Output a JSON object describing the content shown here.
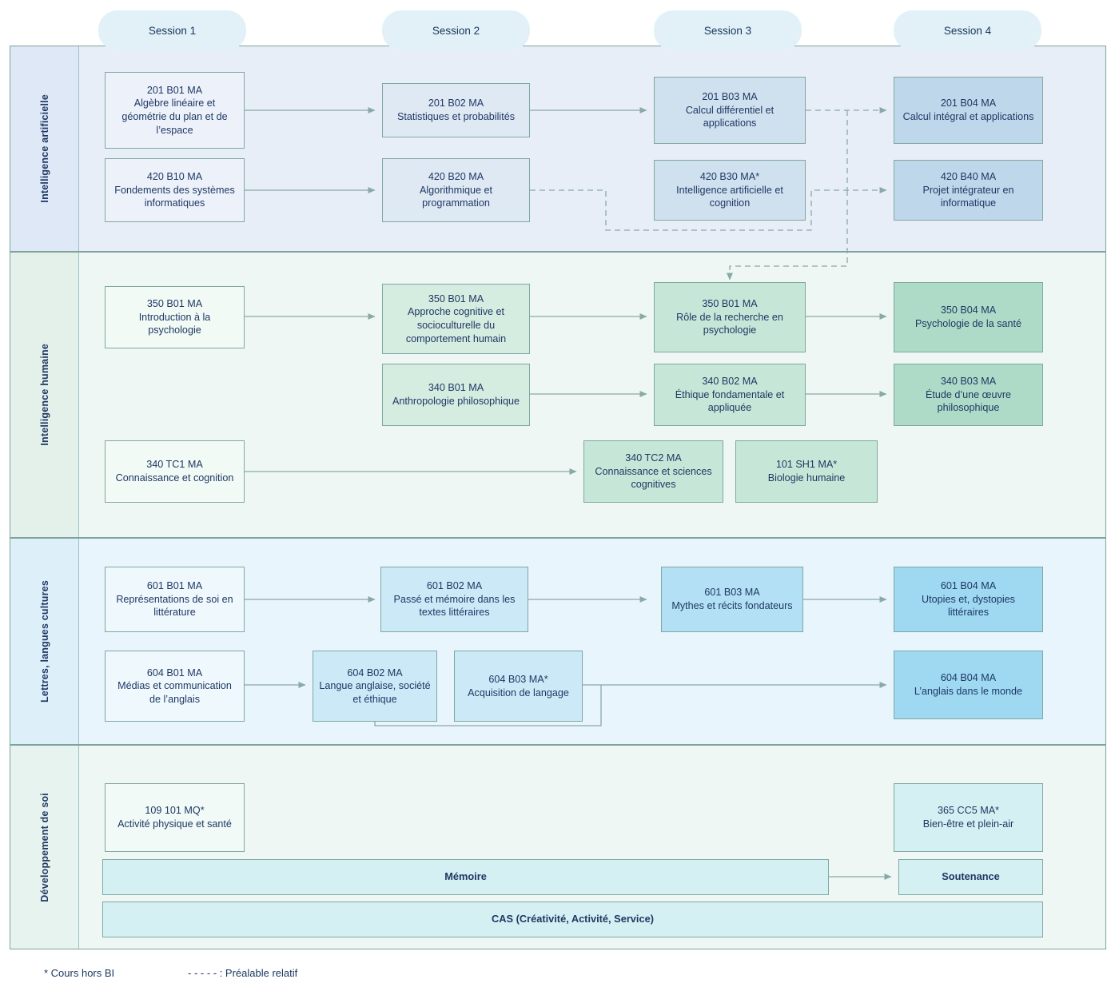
{
  "sessions": [
    {
      "label": "Session 1"
    },
    {
      "label": "Session 2"
    },
    {
      "label": "Session 3"
    },
    {
      "label": "Session 4"
    }
  ],
  "bands": [
    {
      "label": "Intelligence artificielle"
    },
    {
      "label": "Intelligence humaine"
    },
    {
      "label": "Lettres, langues cultures"
    },
    {
      "label": "Développement de soi"
    }
  ],
  "nodes": {
    "n201b01": {
      "code": "201 B01 MA",
      "title": "Algèbre linéaire et géométrie du plan et de l’espace"
    },
    "n420b10": {
      "code": "420 B10 MA",
      "title": "Fondements des systèmes informatiques"
    },
    "n201b02": {
      "code": "201 B02 MA",
      "title": "Statistiques et probabilités"
    },
    "n420b20": {
      "code": "420 B20 MA",
      "title": "Algorithmique et programmation"
    },
    "n201b03": {
      "code": "201 B03 MA",
      "title": "Calcul différentiel et applications"
    },
    "n420b30": {
      "code": "420 B30 MA*",
      "title": "Intelligence artificielle et cognition"
    },
    "n201b04": {
      "code": "201 B04 MA",
      "title": "Calcul intégral et applications"
    },
    "n420b40": {
      "code": "420 B40 MA",
      "title": "Projet intégrateur en informatique"
    },
    "n350b01a": {
      "code": "350 B01 MA",
      "title": "Introduction à la psychologie"
    },
    "n350b01b": {
      "code": "350 B01 MA",
      "title": "Approche cognitive et socioculturelle du comportement humain"
    },
    "n340b01": {
      "code": "340 B01 MA",
      "title": "Anthropologie philosophique"
    },
    "n340tc1": {
      "code": "340 TC1 MA",
      "title": "Connaissance et cognition"
    },
    "n350b01c": {
      "code": "350 B01 MA",
      "title": "Rôle de la recherche en psychologie"
    },
    "n340b02": {
      "code": "340 B02 MA",
      "title": "Éthique fondamentale et appliquée"
    },
    "n340tc2": {
      "code": "340 TC2 MA",
      "title": "Connaissance et sciences cognitives"
    },
    "n101sh1": {
      "code": "101 SH1 MA*",
      "title": "Biologie humaine"
    },
    "n350b04": {
      "code": "350 B04 MA",
      "title": "Psychologie de la santé"
    },
    "n340b03": {
      "code": "340 B03 MA",
      "title": "Étude d’une œuvre philosophique"
    },
    "n601b01": {
      "code": "601 B01 MA",
      "title": "Représentations de soi en littérature"
    },
    "n604b01": {
      "code": "604 B01 MA",
      "title": "Médias et communication de l’anglais"
    },
    "n601b02": {
      "code": "601 B02 MA",
      "title": "Passé et mémoire dans les textes littéraires"
    },
    "n604b02": {
      "code": "604 B02 MA",
      "title": "Langue anglaise, société et éthique"
    },
    "n604b03": {
      "code": "604 B03 MA*",
      "title": "Acquisition de langage"
    },
    "n601b03": {
      "code": "601 B03 MA",
      "title": "Mythes et récits fondateurs"
    },
    "n601b04": {
      "code": "601 B04 MA",
      "title": "Utopies et, dystopies littéraires"
    },
    "n604b04": {
      "code": "604 B04 MA",
      "title": "L’anglais dans le monde"
    },
    "n109101": {
      "code": "109 101 MQ*",
      "title": "Activité physique et santé"
    },
    "n365cc5": {
      "code": "365 CC5 MA*",
      "title": "Bien-être et plein-air"
    },
    "nmemoire": {
      "code": "",
      "title": "Mémoire"
    },
    "nsoutenance": {
      "code": "",
      "title": "Soutenance"
    },
    "ncas": {
      "code": "",
      "title": "CAS (Créativité, Activité, Service)"
    }
  },
  "legend": {
    "hors_bi": "* Cours hors BI",
    "prealable": "- - - - - : Préalable relatif"
  },
  "colors": {
    "arrow": "#8aa9a6",
    "text": "#1f3864",
    "band_border": "#7da39c",
    "pill_bg": "#e2f1f8"
  }
}
